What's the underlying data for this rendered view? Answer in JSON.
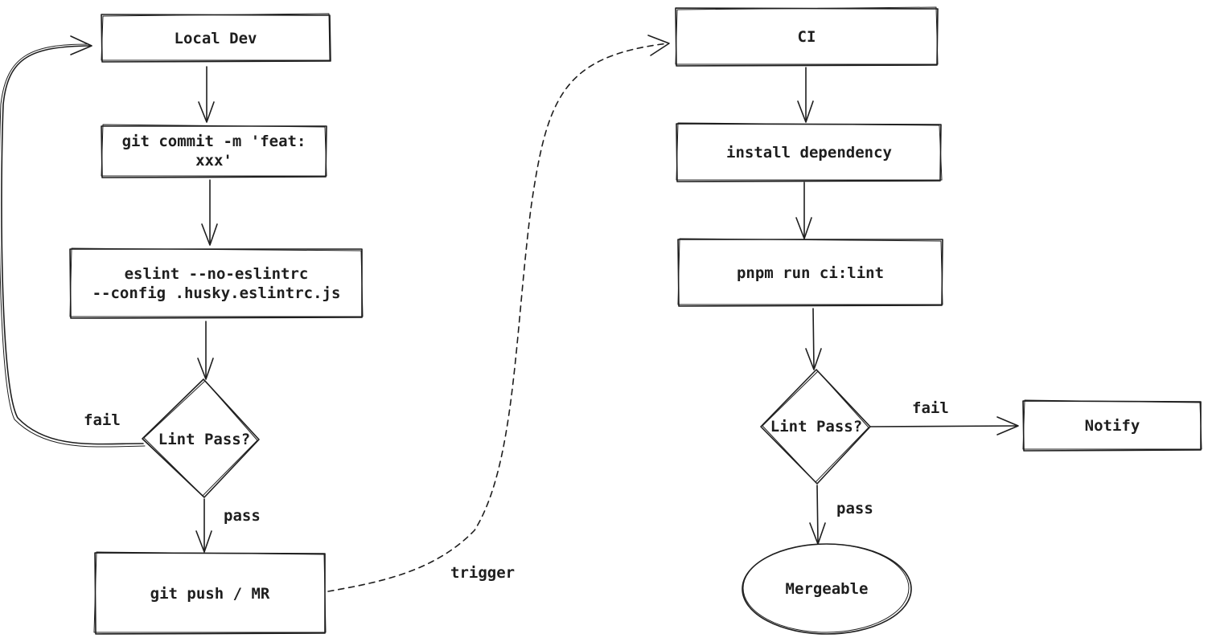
{
  "nodes": {
    "local_dev": "Local Dev",
    "git_commit": "git commit -m 'feat:\nxxx'",
    "eslint": "eslint --no-eslintrc\n--config .husky.eslintrc.js",
    "lint_pass_local": "Lint Pass?",
    "git_push": "git push / MR",
    "ci": "CI",
    "install": "install dependency",
    "pnpm": "pnpm run ci:lint",
    "lint_pass_ci": "Lint Pass?",
    "notify": "Notify",
    "mergeable": "Mergeable"
  },
  "edge_labels": {
    "fail_local": "fail",
    "pass_local": "pass",
    "trigger": "trigger",
    "fail_ci": "fail",
    "pass_ci": "pass"
  },
  "colors": {
    "stroke": "#1e1e1e",
    "background": "#ffffff"
  }
}
